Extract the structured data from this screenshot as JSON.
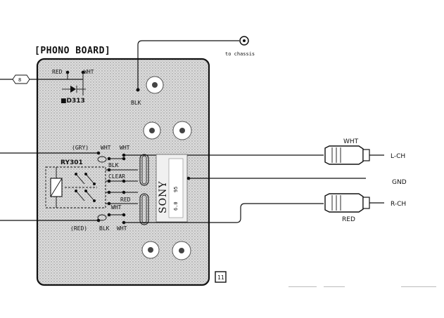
{
  "board": {
    "title": "[PHONO BOARD]"
  },
  "chassis": {
    "label": "to chassis"
  },
  "connector": {
    "ref": "8"
  },
  "diode": {
    "label": "■D313"
  },
  "relay": {
    "label": "RY301"
  },
  "wire_labels": {
    "red_top": "RED",
    "wht_top": "WHT",
    "blk_ground": "BLK",
    "gry": "(GRY)",
    "wht_a": "WHT",
    "wht_b": "WHT",
    "blk_mid": "BLK",
    "clear": "CLEAR",
    "red_mid": "RED",
    "wht_mid": "WHT",
    "red_bottom": "(RED)",
    "blk_bottom": "BLK",
    "wht_bottom": "WHT"
  },
  "part_marking": {
    "brand": "SONY",
    "code_1": "95",
    "code_2": "6.0"
  },
  "outputs": {
    "left": {
      "cable_label": "WHT",
      "channel": "L-CH"
    },
    "ground": {
      "label": "GND"
    },
    "right": {
      "cable_label": "RED",
      "channel": "R-CH"
    }
  },
  "page_marker": "11",
  "colors": {
    "ink": "#111111",
    "board_shade": "#d4d4d4",
    "paper": "#ffffff"
  }
}
